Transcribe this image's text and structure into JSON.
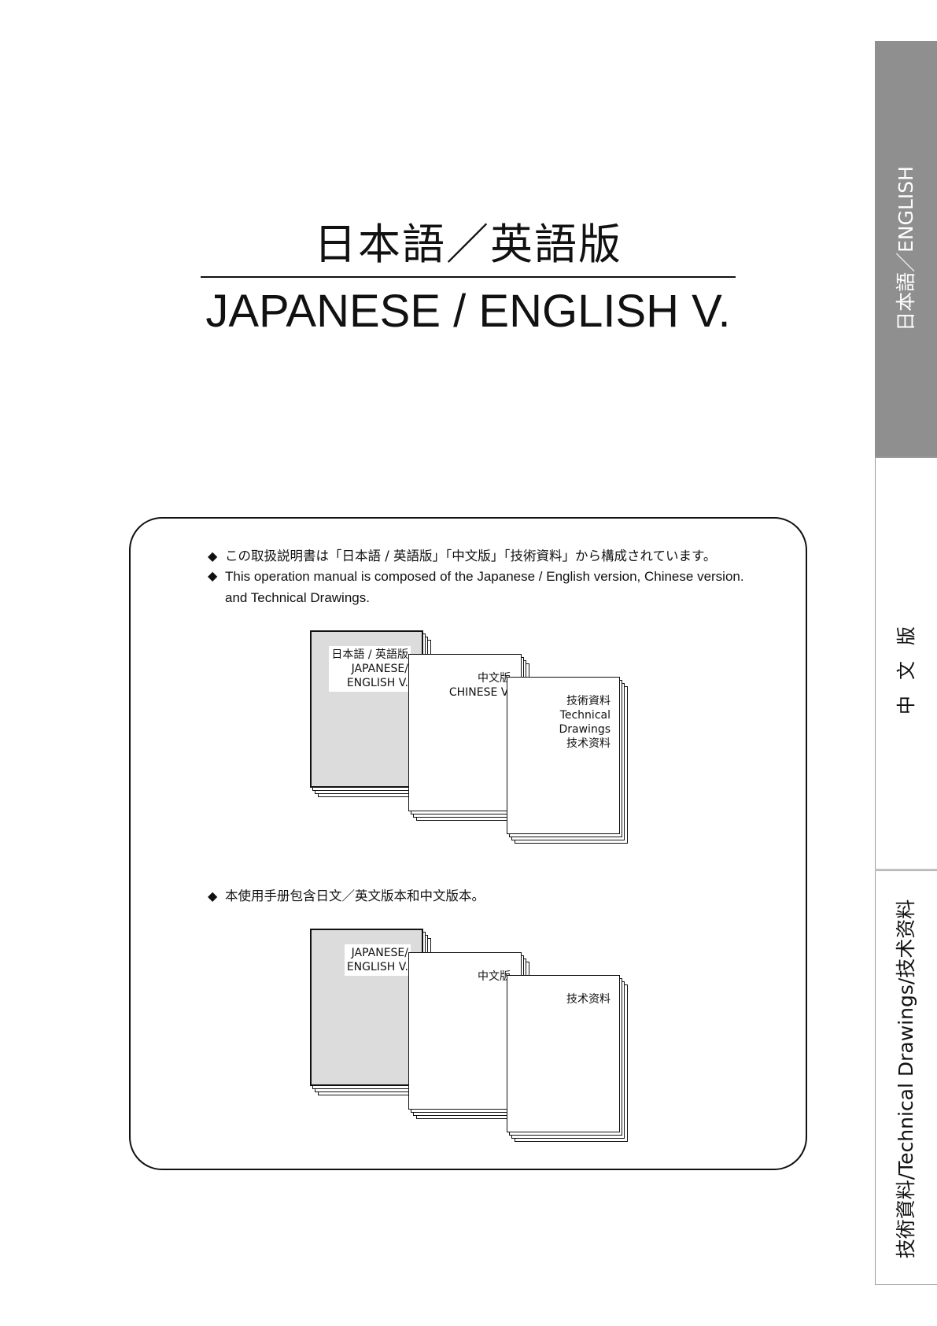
{
  "title": {
    "japanese": "日本語／英語版",
    "english": "JAPANESE / ENGLISH V."
  },
  "side_tabs": [
    {
      "label": "日本語／ENGLISH",
      "active": true
    },
    {
      "label": "中文版",
      "active": false
    },
    {
      "label": "技術資料/Technical Drawings/技术资料",
      "active": false
    }
  ],
  "info_box": {
    "bullet_symbol": "◆",
    "bullets": [
      "この取扱説明書は「日本語 / 英語版」「中文版」「技術資料」から構成されています。",
      "This operation manual is composed of the Japanese / English version, Chinese version.",
      "本使用手册包含日文／英文版本和中文版本。"
    ],
    "bullet_2_continuation": "and Technical Drawings.",
    "diagram_1": {
      "book_1": [
        "日本語 / 英語版",
        "JAPANESE/",
        "ENGLISH V."
      ],
      "book_2": [
        "中文版",
        "CHINESE V."
      ],
      "book_3": [
        "技術資料",
        "Technical",
        "Drawings",
        "技术资料"
      ]
    },
    "diagram_2": {
      "book_1": [
        "JAPANESE/",
        "ENGLISH V."
      ],
      "book_2": [
        "中文版"
      ],
      "book_3": [
        "技术资料"
      ]
    }
  },
  "colors": {
    "active_tab": "#8f8f8f",
    "cover_gray": "#dcdcdc"
  }
}
